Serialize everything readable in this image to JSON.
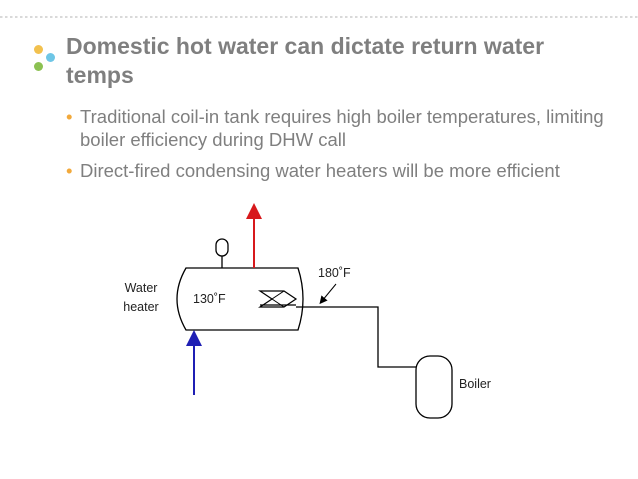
{
  "slide": {
    "title": "Domestic hot water can dictate return water temps",
    "bullets": [
      "Traditional coil-in tank requires high boiler temperatures, limiting boiler efficiency during DHW call",
      "Direct-fired condensing water heaters will be more efficient"
    ],
    "bullet_glyph": "•"
  },
  "diagram": {
    "labels": {
      "water_heater_line1": "Water",
      "water_heater_line2": "heater",
      "tank_temp": "130˚F",
      "supply_temp": "180˚F",
      "boiler": "Boiler"
    },
    "colors": {
      "hot_outlet": "#d7191c",
      "cold_inlet": "#1f1fb4",
      "line": "#000000",
      "title": "#7f7f7f",
      "bullet": "#f2a93b"
    }
  }
}
